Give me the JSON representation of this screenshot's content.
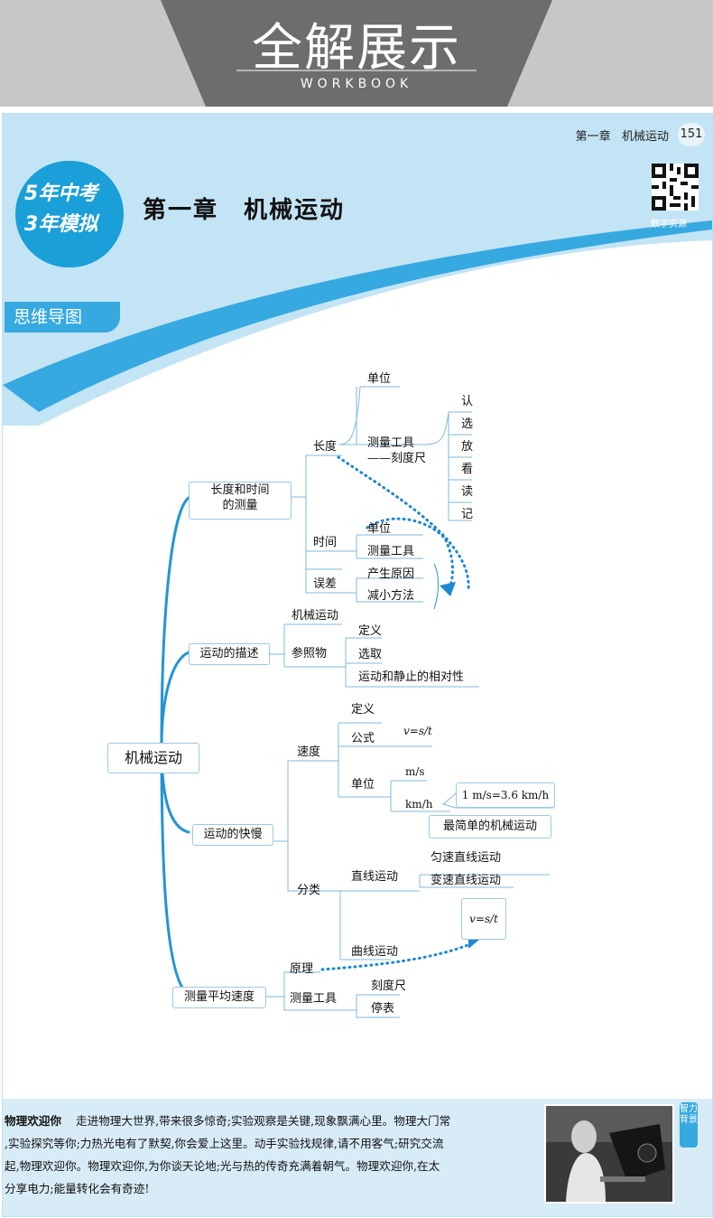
{
  "banner": {
    "title": "全解展示",
    "subtitle": "WORKBOOK"
  },
  "running_head": {
    "chapter": "第一章",
    "topic": "机械运动",
    "page_number": "151"
  },
  "logo": {
    "line1": "5年中考",
    "line2": "3年模拟"
  },
  "chapter_title": "第一章　机械运动",
  "qr": {
    "label": "数字资源"
  },
  "section_tag": "思维导图",
  "mindmap": {
    "root": "机械运动",
    "b1": {
      "label_l1": "长度和时间",
      "label_l2": "的测量",
      "length": "长度",
      "length_unit": "单位",
      "length_tool_l1": "测量工具",
      "length_tool_l2": "——刻度尺",
      "ruler_steps": [
        "认",
        "选",
        "放",
        "看",
        "读",
        "记"
      ],
      "time": "时间",
      "time_unit": "单位",
      "time_tool": "测量工具",
      "error": "误差",
      "error_cause": "产生原因",
      "error_reduce": "减小方法"
    },
    "b2": {
      "label": "运动的描述",
      "mech": "机械运动",
      "ref": "参照物",
      "def": "定义",
      "choose": "选取",
      "relative": "运动和静止的相对性"
    },
    "b3": {
      "label": "运动的快慢",
      "speed": "速度",
      "def": "定义",
      "formula": "公式",
      "formula_expr": "v=s/t",
      "unit": "单位",
      "unit_ms": "m/s",
      "unit_kmh": "km/h",
      "conversion": "1 m/s=3.6 km/h",
      "classify": "分类",
      "straight": "直线运动",
      "simplest": "最简单的机械运动",
      "uniform": "匀速直线运动",
      "variable": "变速直线运动",
      "box_formula": "v=s/t",
      "curve": "曲线运动"
    },
    "b4": {
      "label": "测量平均速度",
      "principle": "原理",
      "tools": "测量工具",
      "ruler": "刻度尺",
      "stopwatch": "停表"
    }
  },
  "footer": {
    "poem_title": "物理欢迎你",
    "poem_l1": "走进物理大世界,带来很多惊奇;实验观察是关键,现象飘满心里。物理大门常",
    "poem_l2": ",实验探究等你;力热光电有了默契,你会爱上这里。动手实验找规律,请不用客气;研究交流",
    "poem_l3": "起,物理欢迎你。物理欢迎你,为你谈天论地;光与热的传奇充满着朝气。物理欢迎你,在太",
    "poem_l4": "分享电力;能量转化会有奇迹!",
    "side_tag": "智力背景"
  },
  "colors": {
    "accent": "#36a9e0",
    "light": "#c3e4f5",
    "banner": "#c7c7c7",
    "line": "#2196d3"
  }
}
